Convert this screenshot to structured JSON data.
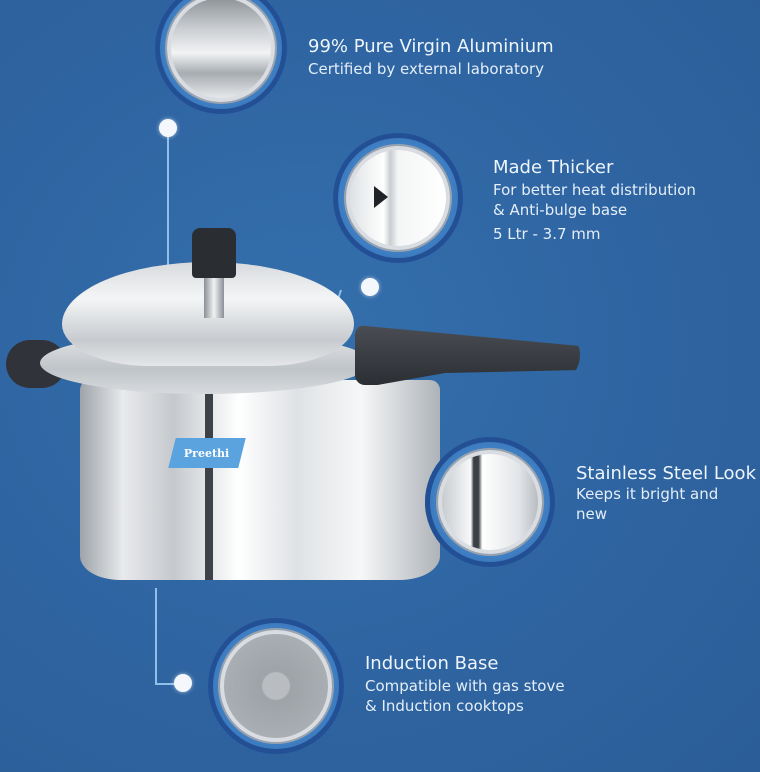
{
  "brand": {
    "logo_text": "Preethi",
    "accent": "#5ba3de",
    "background": "#2f66a3"
  },
  "features": [
    {
      "title": "99% Pure Virgin Aluminium",
      "lines": [
        "Certified by external laboratory"
      ],
      "icon": "lid-closeup"
    },
    {
      "title": "Made Thicker",
      "lines": [
        "For better heat distribution",
        "& Anti-bulge base",
        "5 Ltr - 3.7 mm"
      ],
      "icon": "thick-wall-closeup"
    },
    {
      "title": "Stainless Steel Look",
      "lines": [
        "Keeps it bright and",
        "new"
      ],
      "icon": "steel-body-closeup"
    },
    {
      "title": "Induction Base",
      "lines": [
        "Compatible with gas stove",
        "& Induction cooktops"
      ],
      "icon": "induction-base-closeup"
    }
  ]
}
